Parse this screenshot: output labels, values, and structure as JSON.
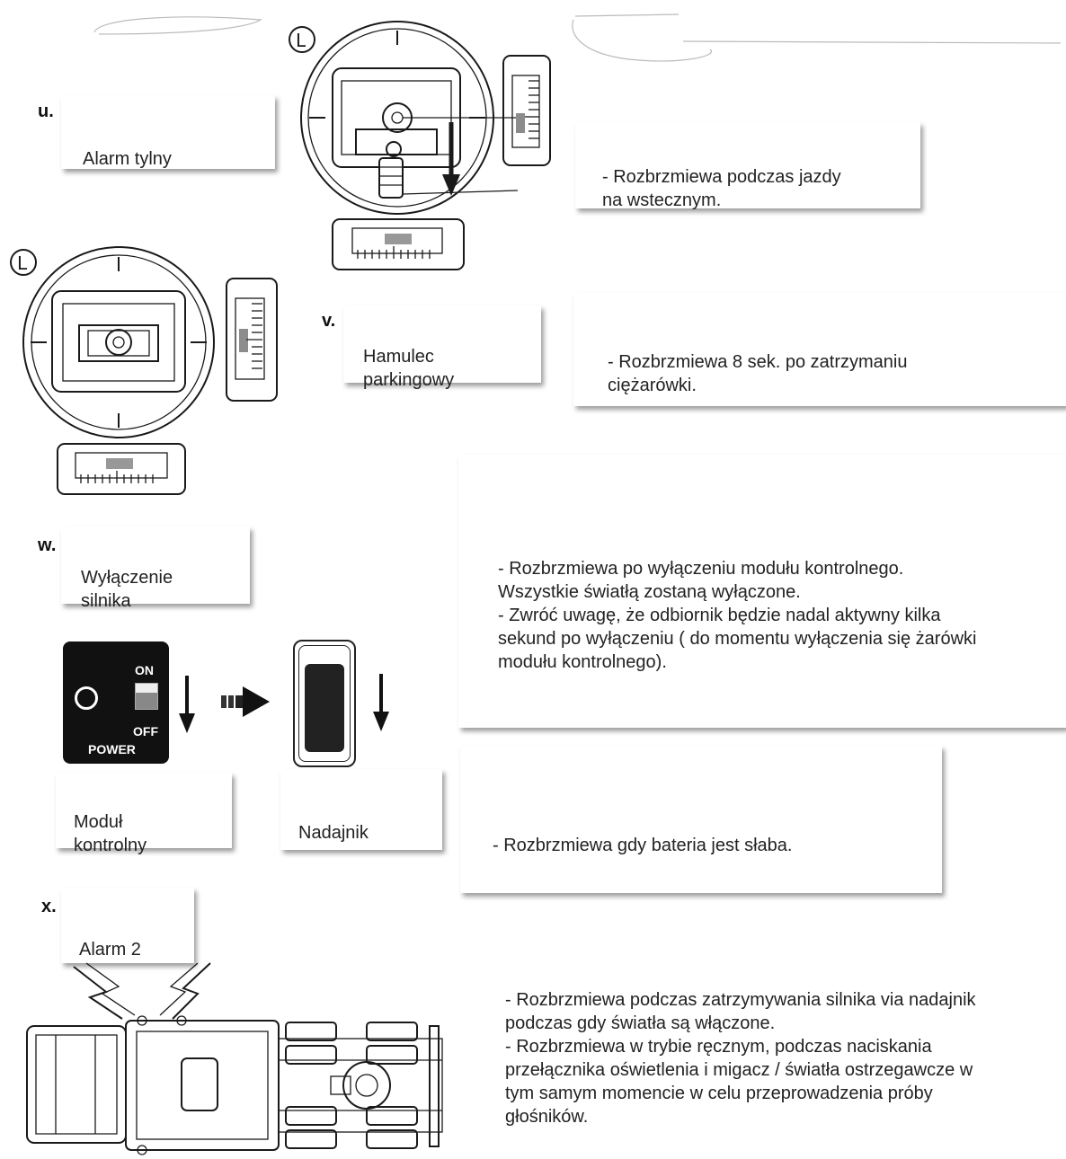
{
  "sections": {
    "u": {
      "letter": "u.",
      "label": "Alarm tylny",
      "description": "- Rozbrzmiewa podczas jazdy\nna wstecznym."
    },
    "v": {
      "letter": "v.",
      "label": "Hamulec\nparkingowy",
      "description": "- Rozbrzmiewa 8 sek. po zatrzymaniu\nciężarówki."
    },
    "w": {
      "letter": "w.",
      "label": "Wyłączenie\nsilnika",
      "description": "- Rozbrzmiewa po wyłączeniu modułu kontrolnego.\nWszystkie światłą zostaną wyłączone.\n- Zwróć uwagę, że odbiornik będzie nadal aktywny kilka\nsekund po wyłączeniu ( do momentu wyłączenia się żarówki\nmodułu kontrolnego)."
    },
    "battery": {
      "module_label": "Moduł\nkontrolny",
      "transmitter_label": "Nadajnik",
      "description": "- Rozbrzmiewa gdy bateria jest słaba."
    },
    "x": {
      "letter": "x.",
      "label": "Alarm 2",
      "description": "- Rozbrzmiewa podczas zatrzymywania silnika via nadajnik\npodczas gdy światła są włączone.\n- Rozbrzmiewa w trybie ręcznym, podczas naciskania\nprzełącznika oświetlenia i migacz / światła ostrzegawcze w\ntym samym momencie w celu przeprowadzenia próby\ngłośników."
    }
  },
  "diagram_text": {
    "stick_marker": "L",
    "power_on": "ON",
    "power_off": "OFF",
    "power_label": "POWER"
  },
  "colors": {
    "ink": "#1a1a1a",
    "panel": "#111111",
    "shadow": "rgba(0,0,0,0.38)"
  }
}
